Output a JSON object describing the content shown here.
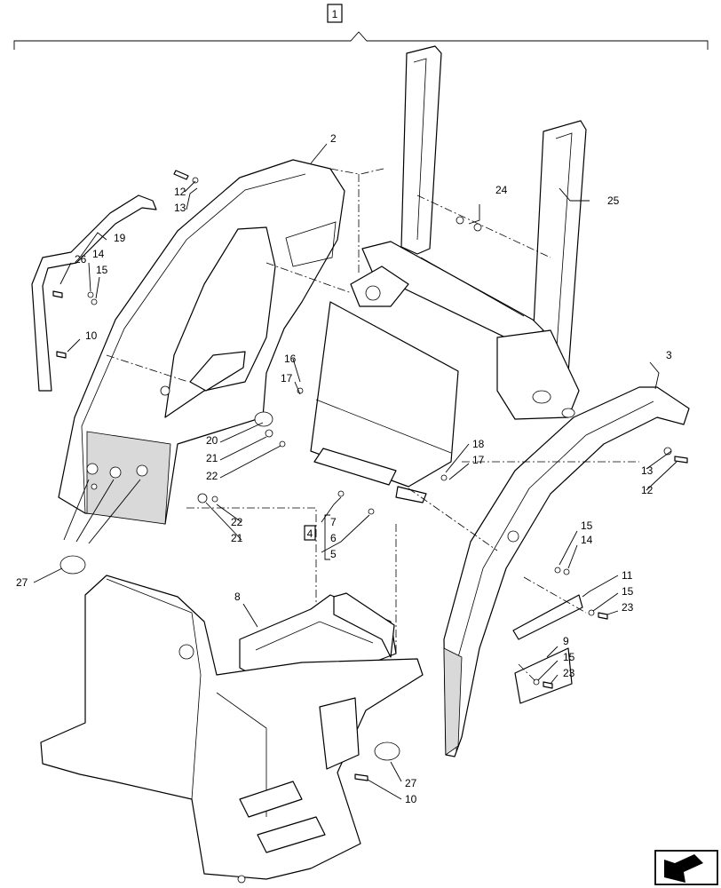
{
  "assembly": {
    "label": "1"
  },
  "subassembly": {
    "label": "4"
  },
  "callouts": [
    {
      "id": "c2",
      "label": "2"
    },
    {
      "id": "c3",
      "label": "3"
    },
    {
      "id": "c5",
      "label": "5"
    },
    {
      "id": "c6",
      "label": "6"
    },
    {
      "id": "c7",
      "label": "7"
    },
    {
      "id": "c8",
      "label": "8"
    },
    {
      "id": "c9",
      "label": "9"
    },
    {
      "id": "c10a",
      "label": "10"
    },
    {
      "id": "c10b",
      "label": "10"
    },
    {
      "id": "c11",
      "label": "11"
    },
    {
      "id": "c12a",
      "label": "12"
    },
    {
      "id": "c12b",
      "label": "12"
    },
    {
      "id": "c13a",
      "label": "13"
    },
    {
      "id": "c13b",
      "label": "13"
    },
    {
      "id": "c14a",
      "label": "14"
    },
    {
      "id": "c14b",
      "label": "14"
    },
    {
      "id": "c15a",
      "label": "15"
    },
    {
      "id": "c15b",
      "label": "15"
    },
    {
      "id": "c15c",
      "label": "15"
    },
    {
      "id": "c15d",
      "label": "15"
    },
    {
      "id": "c16",
      "label": "16"
    },
    {
      "id": "c17a",
      "label": "17"
    },
    {
      "id": "c17b",
      "label": "17"
    },
    {
      "id": "c18",
      "label": "18"
    },
    {
      "id": "c19",
      "label": "19"
    },
    {
      "id": "c20",
      "label": "20"
    },
    {
      "id": "c21a",
      "label": "21"
    },
    {
      "id": "c21b",
      "label": "21"
    },
    {
      "id": "c22a",
      "label": "22"
    },
    {
      "id": "c22b",
      "label": "22"
    },
    {
      "id": "c23a",
      "label": "23"
    },
    {
      "id": "c23b",
      "label": "23"
    },
    {
      "id": "c24",
      "label": "24"
    },
    {
      "id": "c25",
      "label": "25"
    },
    {
      "id": "c26",
      "label": "26"
    },
    {
      "id": "c27a",
      "label": "27"
    },
    {
      "id": "c27b",
      "label": "27"
    }
  ],
  "icons": {
    "nav": "back-arrow-icon"
  }
}
